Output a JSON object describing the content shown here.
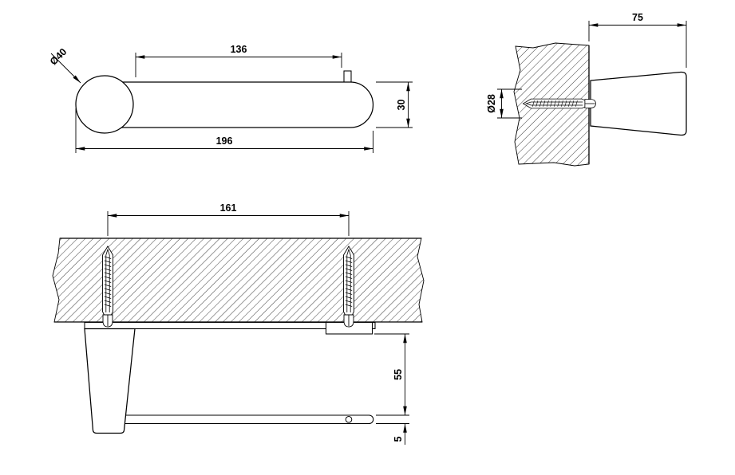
{
  "drawing": {
    "background": "#ffffff",
    "line_color": "#000000",
    "views": {
      "front": {
        "label_inner_length": "136",
        "label_knob_diameter": "Ø40",
        "label_bar_height": "30",
        "label_total_length": "196"
      },
      "side": {
        "label_projection_depth": "75",
        "label_base_diameter": "Ø28"
      },
      "section": {
        "label_hole_spacing": "161",
        "label_drop_height": "55",
        "label_bar_thickness": "5"
      }
    }
  }
}
